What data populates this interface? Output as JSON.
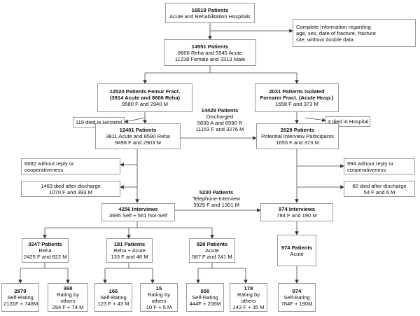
{
  "boxes": {
    "total": [
      "16519 Patients",
      "Acute and Rehabilitation Hospitals"
    ],
    "info": [
      "Complete Information regarding",
      "age, sex, date of fracture, fracture",
      "site, without double data"
    ],
    "complete": [
      "14551 Patients",
      "8606 Reha and 5945 Acute",
      "11238 Female and 3313 Male"
    ],
    "femur": [
      "12520 Patients Femur Fract.",
      "(3914 Acute and 8606 Reha)",
      "9580 F and 2940 M"
    ],
    "forearm": [
      "2031 Patients isolated",
      "Forearm Fract. (Acute Hosp.)",
      "1658 F and 373 M"
    ],
    "discharged": [
      "14429 Patients",
      "Discharged",
      "5839 A and 8590 R",
      "11153 F and 3276 M"
    ],
    "died_hosp_left": [
      "119 died in Hospital"
    ],
    "died_hosp_right": [
      "3 died in Hospital"
    ],
    "femur_disch": [
      "12401 Patients",
      "3811 Acute and 8590 Reha",
      "9498 F and 2903 M"
    ],
    "forearm_disch": [
      "2028 Patients",
      "Potential Interview Participants",
      "1655 F and 373 M"
    ],
    "noreply_left": [
      "6682 without reply or",
      "cooperativeness"
    ],
    "noreply_right": [
      "994 without reply or",
      "cooperativeness"
    ],
    "died_after_left": [
      "1463 died after discharge",
      "1070 F and 393 M"
    ],
    "died_after_right": [
      "60 died after discharge",
      "54 F and 6 M"
    ],
    "telephone": [
      "5230 Patients",
      "Telephone-Interview",
      "3929 F and 1301 M"
    ],
    "interviews_left": [
      "4256 Interviews",
      "3695 Self + 561 Not-Self"
    ],
    "interviews_right": [
      "974 Interviews",
      "784 F and 190 M"
    ],
    "reha": [
      "3247 Patients",
      "Reha",
      "2425 F and 822 M"
    ],
    "reha_acute": [
      "181 Patients",
      "Reha + Acute",
      "133 F and 48 M"
    ],
    "acute828": [
      "828 Patients",
      "Acute",
      "587 F and 241 M"
    ],
    "acute974": [
      "974 Patients",
      "Acute"
    ],
    "l1": [
      "2879",
      "Self-Rating",
      "2131F + 748M"
    ],
    "l2": [
      "368",
      "Rating by",
      "others",
      "294 F + 74 M"
    ],
    "l3": [
      "166",
      "Self-Rating",
      "123 F + 43 M"
    ],
    "l4": [
      "15",
      "Rating by",
      "others",
      "10 F + 5 M"
    ],
    "l5": [
      "650",
      "Self-Rating",
      "444F + 206M"
    ],
    "l6": [
      "178",
      "Rating by",
      "others",
      "143 F + 35 M"
    ],
    "l7": [
      "974",
      "Self-Rating",
      "784F + 190M"
    ]
  }
}
